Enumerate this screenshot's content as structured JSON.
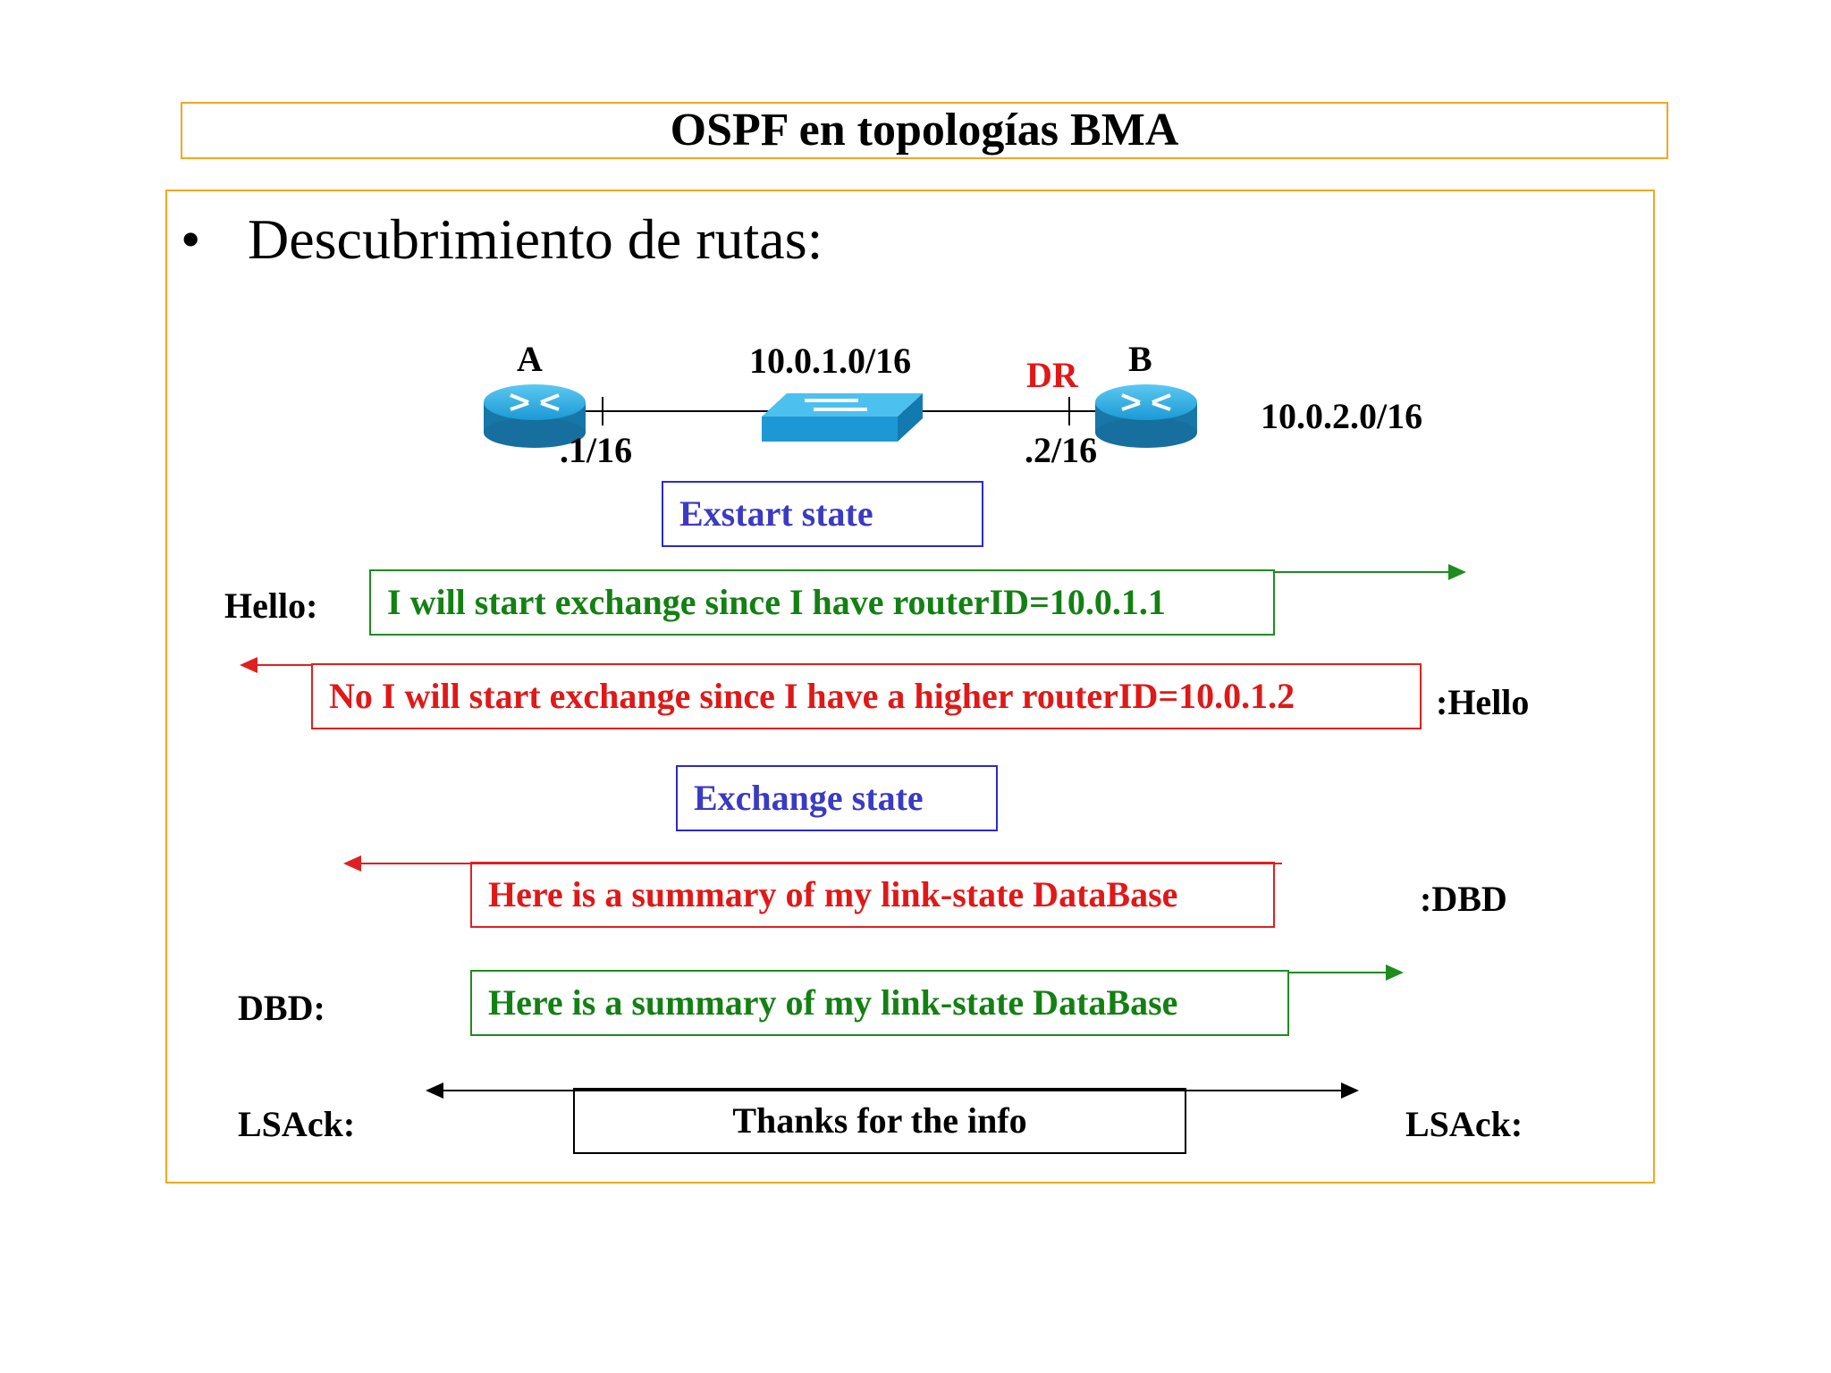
{
  "slide": {
    "title": "OSPF en topologías BMA",
    "bullet_symbol": "•",
    "heading": "Descubrimiento de rutas:"
  },
  "topology": {
    "router_a_label": "A",
    "router_b_label": "B",
    "dr_label": "DR",
    "lan_network": "10.0.1.0/16",
    "remote_network": "10.0.2.0/16",
    "a_interface": ".1/16",
    "b_interface": ".2/16"
  },
  "sequence": {
    "exstart_state": "Exstart state",
    "exchange_state": "Exchange state",
    "hello_left_label": "Hello:",
    "hello_right_label": ":Hello",
    "dbd_left_label": "DBD:",
    "dbd_right_label": ":DBD",
    "lsack_left_label": "LSAck:",
    "lsack_right_label": "LSAck:",
    "msg_hello_a": "I will start exchange since I have routerID=10.0.1.1",
    "msg_hello_b": "No I will start exchange since I have a higher routerID=10.0.1.2",
    "msg_dbd_b": "Here is a summary of my link-state DataBase",
    "msg_dbd_a": "Here is a summary of my link-state DataBase",
    "msg_lsack": "Thanks for the info"
  },
  "colors": {
    "frame": "#f5a623",
    "state_blue": "#3a3ac4",
    "router_a_green": "#138013",
    "router_b_red": "#e01818",
    "device_cyan": "#1ea0d8"
  },
  "icons": {
    "router_a": "router-icon",
    "router_b": "router-icon",
    "switch": "switch-icon"
  }
}
